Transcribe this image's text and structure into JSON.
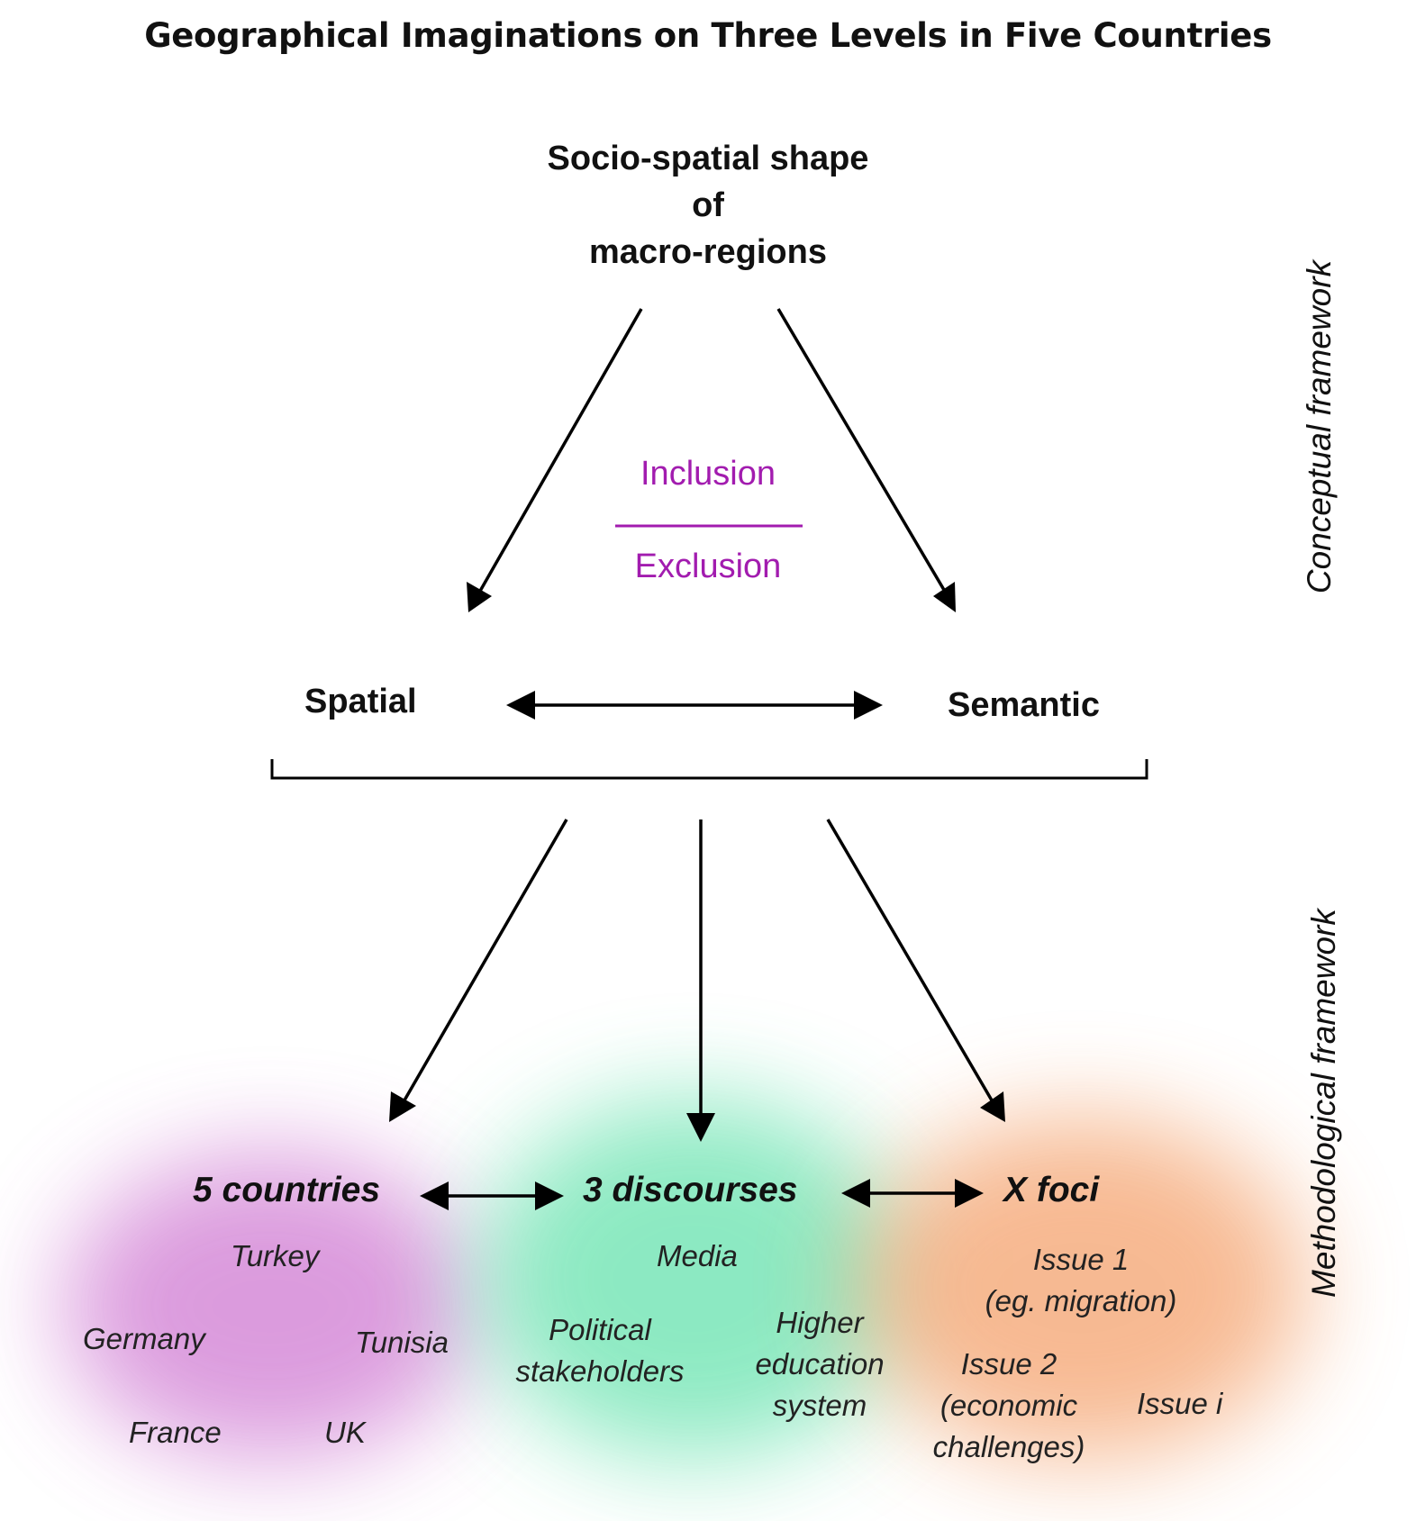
{
  "title": "Geographical Imaginations on Three Levels in Five Countries",
  "top_node": {
    "line1": "Socio-spatial shape",
    "line2": "of",
    "line3": "macro-regions"
  },
  "inclusion": "Inclusion",
  "exclusion": "Exclusion",
  "spatial": "Spatial",
  "semantic": "Semantic",
  "conceptual_label": "Conceptual framework",
  "methodological_label": "Methodological  framework",
  "bottom": {
    "countries": {
      "heading": "5 countries",
      "items": [
        "Turkey",
        "Germany",
        "Tunisia",
        "France",
        "UK"
      ]
    },
    "discourses": {
      "heading": "3 discourses",
      "media": "Media",
      "political_line1": "Political",
      "political_line2": "stakeholders",
      "higher_line1": "Higher",
      "higher_line2": "education",
      "higher_line3": "system"
    },
    "foci": {
      "heading": "X foci",
      "issue1_line1": "Issue 1",
      "issue1_line2": "(eg. migration)",
      "issue2_line1": "Issue 2",
      "issue2_line2": "(economic",
      "issue2_line3": "challenges)",
      "issue_i": "Issue i"
    }
  },
  "colors": {
    "purple_text": "#a21caf",
    "countries_blob": "#d58ad8",
    "discourses_blob": "#79e6b8",
    "foci_blob": "#f5a877"
  }
}
